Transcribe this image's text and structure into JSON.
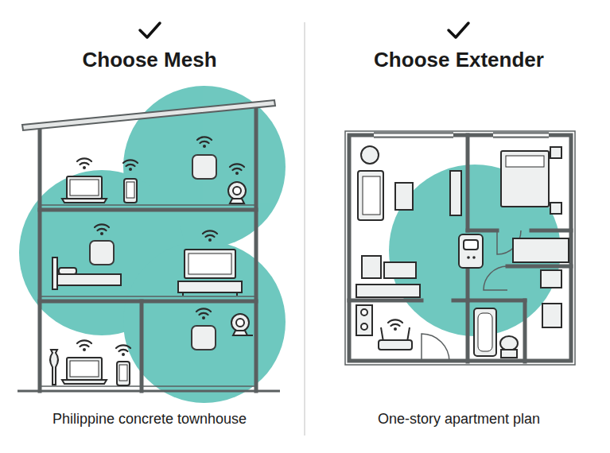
{
  "diagram": {
    "labels": [
      "Choose Mesh",
      "Choose Extender",
      "Philippine concrete townhouse",
      "One-story apartment plan"
    ]
  }
}
